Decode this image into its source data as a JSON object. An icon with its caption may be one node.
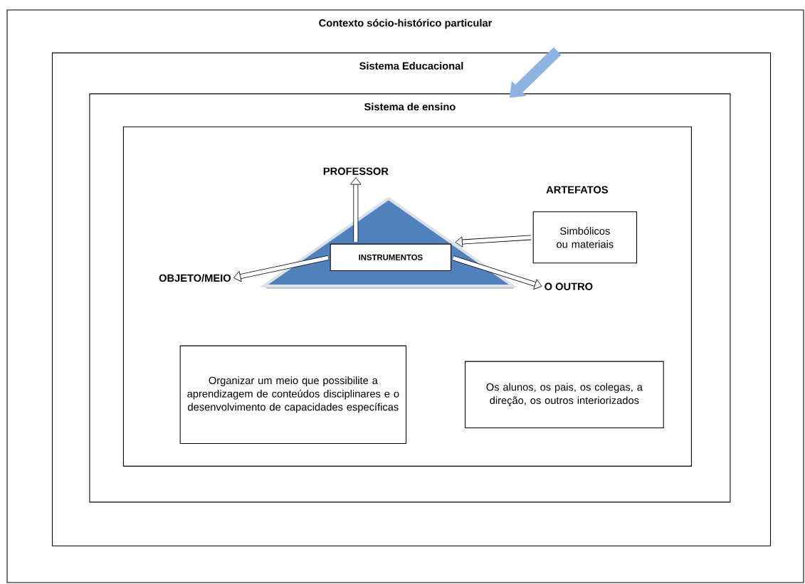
{
  "diagram": {
    "nodes": [
      {
        "text": [
          "Contexto sócio-histórico particular"
        ]
      },
      {
        "text": [
          "Sistema Educacional"
        ],
        "in": 0
      },
      {
        "text": [
          "Sistema de ensino"
        ],
        "in": 1
      },
      {
        "text": [],
        "shape": "box",
        "in": 2
      },
      {
        "text": [],
        "shape": "triangle",
        "in": 3
      },
      {
        "text": [
          "INSTRUMENTOS"
        ],
        "in": 4
      },
      {
        "text": [
          "PROFESSOR"
        ],
        "in": 3
      },
      {
        "text": [
          "OBJETO/MEIO"
        ],
        "in": 3
      },
      {
        "text": [
          "O OUTRO"
        ],
        "in": 3
      },
      {
        "text": [
          "ARTEFATOS",
          "Simbólicos ou materiais"
        ],
        "in": 3
      },
      {
        "text": [
          "Organizar um meio que possibilite a aprendizagem de conteúdos disciplinares e o desenvolvimento de capacidades específicas"
        ],
        "in": 3
      },
      {
        "text": [
          "Os alunos, os pais, os colegas, a direção, os outros interiorizados"
        ],
        "in": 3
      }
    ],
    "edges": [
      {
        "from": null,
        "to": 2,
        "arrow": "to",
        "style": "thick",
        "color": "#8db3e2"
      },
      {
        "from": 5,
        "to": 6,
        "arrow": "to"
      },
      {
        "from": 5,
        "to": 7,
        "arrow": "to"
      },
      {
        "from": 5,
        "to": 8,
        "arrow": "to"
      },
      {
        "from": 9,
        "to": 4,
        "arrow": "to"
      }
    ]
  }
}
